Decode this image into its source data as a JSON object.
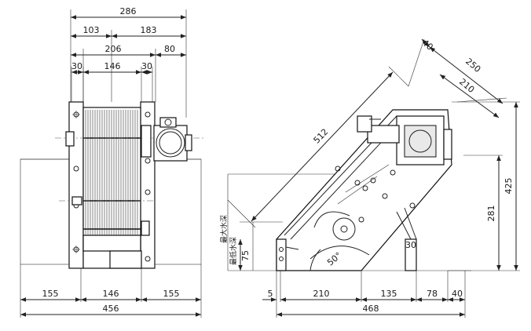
{
  "drawing": {
    "left_view": {
      "top_dims": [
        "286",
        "103",
        "183",
        "206",
        "80",
        "30",
        "146",
        "30"
      ],
      "bottom_dims": [
        "155",
        "146",
        "155",
        "456"
      ]
    },
    "right_view": {
      "bottom_dims": [
        "5",
        "210",
        "135",
        "78",
        "40",
        "468"
      ],
      "right_dims": [
        "425",
        "281"
      ],
      "diagonal_dims": [
        "512",
        "40",
        "250",
        "210"
      ],
      "left_dims": [
        "75"
      ],
      "angle": "50°",
      "leader_30": "30",
      "labels": {
        "max_water": "最大水深",
        "min_water": "最低水深"
      }
    },
    "colors": {
      "line": "#222222",
      "background": "#ffffff"
    }
  }
}
